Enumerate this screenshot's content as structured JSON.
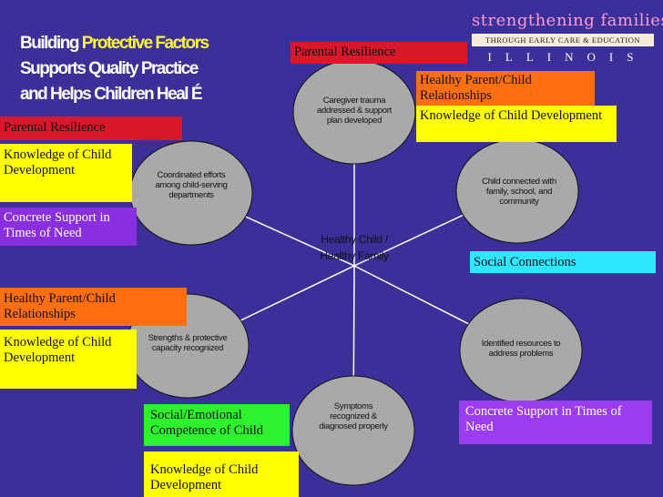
{
  "title": {
    "part1": "Building ",
    "highlight": "Protective Factors",
    "line2": "Supports Quality Practice",
    "line3": "and Helps Children Heal",
    "accent": "É"
  },
  "logo": {
    "top": "strengthening families",
    "bar": "THROUGH EARLY CARE & EDUCATION",
    "bottom": "ILLINOIS"
  },
  "nodes": {
    "center": "Healthy Child / Healthy Family",
    "top": "Caregiver trauma addressed & support plan developed",
    "top_right": "Child connected with family, school, and community",
    "bottom_right": "Identified resources to address problems",
    "bottom": "Symptoms recognized & diagnosed properly",
    "bottom_left": "Strengths & protective capacity recognized",
    "top_left": "Coordinated efforts among child-serving departments"
  },
  "tags": {
    "top_parental": "Parental Resilience",
    "tr_healthy": "Healthy Parent/Child Relationships",
    "tr_knowledge": "Knowledge of Child Development",
    "left_parental": "Parental Resilience",
    "left_knowledge": "Knowledge of Child Development",
    "left_concrete": "Concrete Support in Times of Need",
    "social_connections": "Social Connections",
    "bl_healthy": "Healthy Parent/Child Relationships",
    "bl_knowledge": "Knowledge of Child Development",
    "br_concrete": "Concrete Support in Times of Need",
    "bottom_social": "Social/Emotional Competence of Child",
    "bottom_knowledge": "Knowledge  of Child Development"
  },
  "colors": {
    "background": "#3b2f99",
    "ellipse": "#a9a9a9",
    "highlight": "#ffff33"
  }
}
